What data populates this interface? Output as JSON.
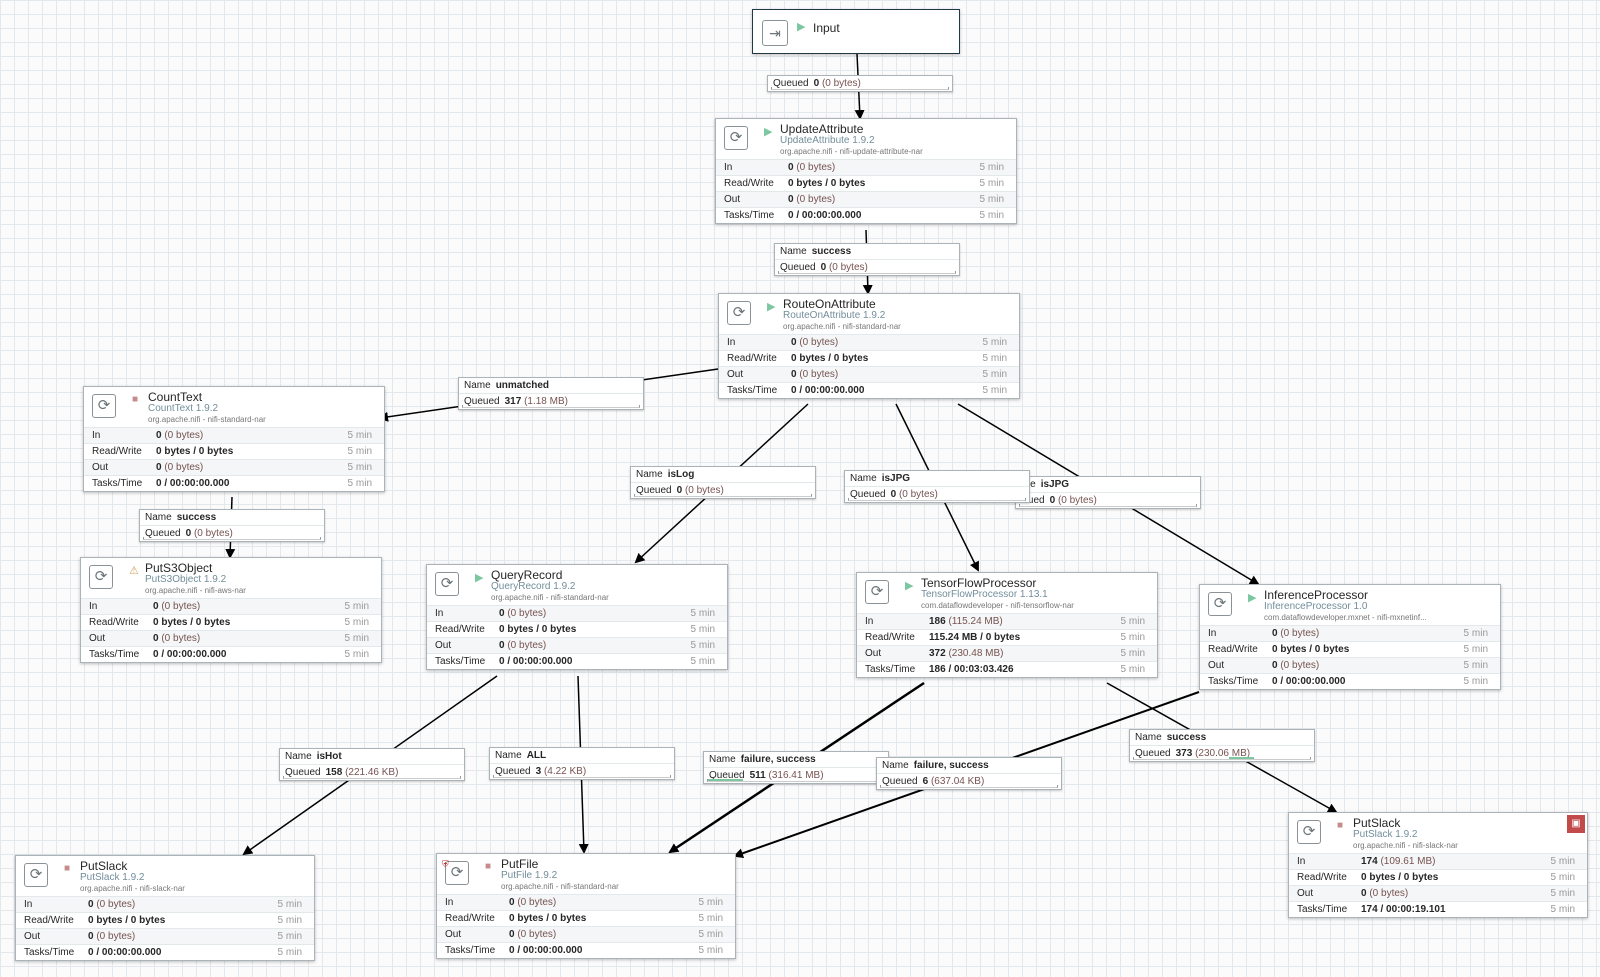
{
  "input_port": {
    "name": "Input",
    "icon": "input-port-icon",
    "status_icon": "run-icon"
  },
  "processors": {
    "update_attribute": {
      "name": "UpdateAttribute",
      "type": "UpdateAttribute 1.9.2",
      "bundle": "org.apache.nifi - nifi-update-attribute-nar",
      "in_count": "0",
      "in_size": "(0 bytes)",
      "rw": "0 bytes / 0 bytes",
      "out_count": "0",
      "out_size": "(0 bytes)",
      "tasks": "0 / 00:00:00.000",
      "status": "running"
    },
    "route_on_attribute": {
      "name": "RouteOnAttribute",
      "type": "RouteOnAttribute 1.9.2",
      "bundle": "org.apache.nifi - nifi-standard-nar",
      "in_count": "0",
      "in_size": "(0 bytes)",
      "rw": "0 bytes / 0 bytes",
      "out_count": "0",
      "out_size": "(0 bytes)",
      "tasks": "0 / 00:00:00.000",
      "status": "running"
    },
    "count_text": {
      "name": "CountText",
      "type": "CountText 1.9.2",
      "bundle": "org.apache.nifi - nifi-standard-nar",
      "in_count": "0",
      "in_size": "(0 bytes)",
      "rw": "0 bytes / 0 bytes",
      "out_count": "0",
      "out_size": "(0 bytes)",
      "tasks": "0 / 00:00:00.000",
      "status": "stopped"
    },
    "put_s3_object": {
      "name": "PutS3Object",
      "type": "PutS3Object 1.9.2",
      "bundle": "org.apache.nifi - nifi-aws-nar",
      "in_count": "0",
      "in_size": "(0 bytes)",
      "rw": "0 bytes / 0 bytes",
      "out_count": "0",
      "out_size": "(0 bytes)",
      "tasks": "0 / 00:00:00.000",
      "status": "invalid"
    },
    "query_record": {
      "name": "QueryRecord",
      "type": "QueryRecord 1.9.2",
      "bundle": "org.apache.nifi - nifi-standard-nar",
      "in_count": "0",
      "in_size": "(0 bytes)",
      "rw": "0 bytes / 0 bytes",
      "out_count": "0",
      "out_size": "(0 bytes)",
      "tasks": "0 / 00:00:00.000",
      "status": "running"
    },
    "tensorflow_processor": {
      "name": "TensorFlowProcessor",
      "type": "TensorFlowProcessor 1.13.1",
      "bundle": "com.dataflowdeveloper - nifi-tensorflow-nar",
      "in_count": "186",
      "in_size": "(115.24 MB)",
      "rw": "115.24 MB / 0 bytes",
      "out_count": "372",
      "out_size": "(230.48 MB)",
      "tasks": "186 / 00:03:03.426",
      "status": "running"
    },
    "inference_processor": {
      "name": "InferenceProcessor",
      "type": "InferenceProcessor 1.0",
      "bundle": "com.dataflowdeveloper.mxnet - nifi-mxnetinf...",
      "in_count": "0",
      "in_size": "(0 bytes)",
      "rw": "0 bytes / 0 bytes",
      "out_count": "0",
      "out_size": "(0 bytes)",
      "tasks": "0 / 00:00:00.000",
      "status": "running"
    },
    "put_slack_left": {
      "name": "PutSlack",
      "type": "PutSlack 1.9.2",
      "bundle": "org.apache.nifi - nifi-slack-nar",
      "in_count": "0",
      "in_size": "(0 bytes)",
      "rw": "0 bytes / 0 bytes",
      "out_count": "0",
      "out_size": "(0 bytes)",
      "tasks": "0 / 00:00:00.000",
      "status": "stopped"
    },
    "put_file": {
      "name": "PutFile",
      "type": "PutFile 1.9.2",
      "bundle": "org.apache.nifi - nifi-standard-nar",
      "in_count": "0",
      "in_size": "(0 bytes)",
      "rw": "0 bytes / 0 bytes",
      "out_count": "0",
      "out_size": "(0 bytes)",
      "tasks": "0 / 00:00:00.000",
      "status": "stopped"
    },
    "put_slack_right": {
      "name": "PutSlack",
      "type": "PutSlack 1.9.2",
      "bundle": "org.apache.nifi - nifi-slack-nar",
      "in_count": "174",
      "in_size": "(109.61 MB)",
      "rw": "0 bytes / 0 bytes",
      "out_count": "0",
      "out_size": "(0 bytes)",
      "tasks": "174 / 00:00:19.101",
      "status": "stopped"
    }
  },
  "labels": {
    "in": "In",
    "rw": "Read/Write",
    "out": "Out",
    "tasks": "Tasks/Time",
    "five_min": "5 min",
    "name": "Name",
    "queued": "Queued"
  },
  "connections": {
    "input_update": {
      "name": "",
      "queued_count": "0",
      "queued_size": "(0 bytes)",
      "fill": 0
    },
    "update_route": {
      "name": "success",
      "queued_count": "0",
      "queued_size": "(0 bytes)",
      "fill": 0
    },
    "route_count": {
      "name": "unmatched",
      "queued_count": "317",
      "queued_size": "(1.18 MB)",
      "fill": 0
    },
    "count_s3": {
      "name": "success",
      "queued_count": "0",
      "queued_size": "(0 bytes)",
      "fill": 0
    },
    "route_query": {
      "name": "isLog",
      "queued_count": "0",
      "queued_size": "(0 bytes)",
      "fill": 0
    },
    "route_tf": {
      "name": "isJPG",
      "queued_count": "0",
      "queued_size": "(0 bytes)",
      "fill": 0
    },
    "route_inf": {
      "name": "isJPG",
      "queued_count": "0",
      "queued_size": "(0 bytes)",
      "fill": 0
    },
    "query_slack": {
      "name": "isHot",
      "queued_count": "158",
      "queued_size": "(221.46 KB)",
      "fill": 0
    },
    "query_file": {
      "name": "ALL",
      "queued_count": "3",
      "queued_size": "(4.22 KB)",
      "fill": 0
    },
    "tf_file": {
      "name": "failure, success",
      "queued_count": "511",
      "queued_size": "(316.41 MB)",
      "fill": 0.2
    },
    "inf_file": {
      "name": "failure, success",
      "queued_count": "6",
      "queued_size": "(637.04 KB)",
      "fill": 0
    },
    "tf_slack": {
      "name": "success",
      "queued_count": "373",
      "queued_size": "(230.06 MB)",
      "fill": 0.14
    }
  },
  "colors": {
    "running": "#7dc7a0",
    "stopped": "#c78b8b",
    "invalid": "#cf9f5d",
    "badge": "#c14b4b"
  }
}
